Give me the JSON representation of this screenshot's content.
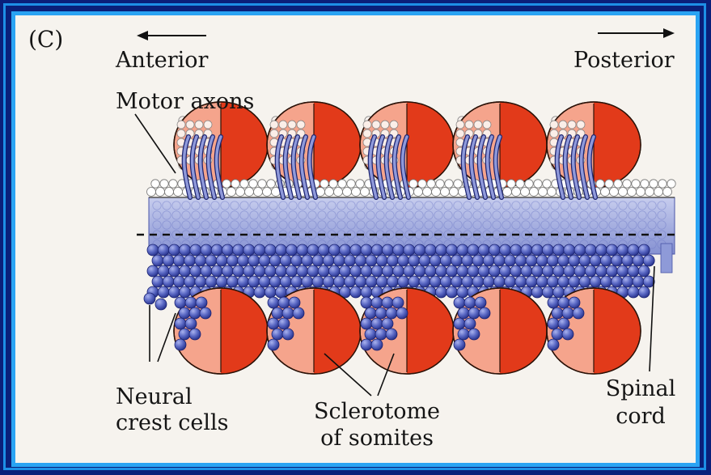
{
  "panel_letter": "(C)",
  "labels": {
    "anterior": "Anterior",
    "posterior": "Posterior",
    "motor_axons": "Motor axons",
    "neural_crest_line1": "Neural",
    "neural_crest_line2": "crest cells",
    "sclerotome_line1": "Sclerotome",
    "sclerotome_line2": "of somites",
    "spinal_line1": "Spinal",
    "spinal_line2": "cord"
  },
  "colors": {
    "background": "#0a1f7a",
    "frame": "#2aa3f3",
    "panel": "#f6f3ee",
    "somite_dark": "#e23a1a",
    "somite_light": "#f5a48c",
    "spinal_cord": "#9aa6dc",
    "crest_cell": "#5a68c4",
    "axon": "#5865b8"
  },
  "somite_count_per_row": 5
}
